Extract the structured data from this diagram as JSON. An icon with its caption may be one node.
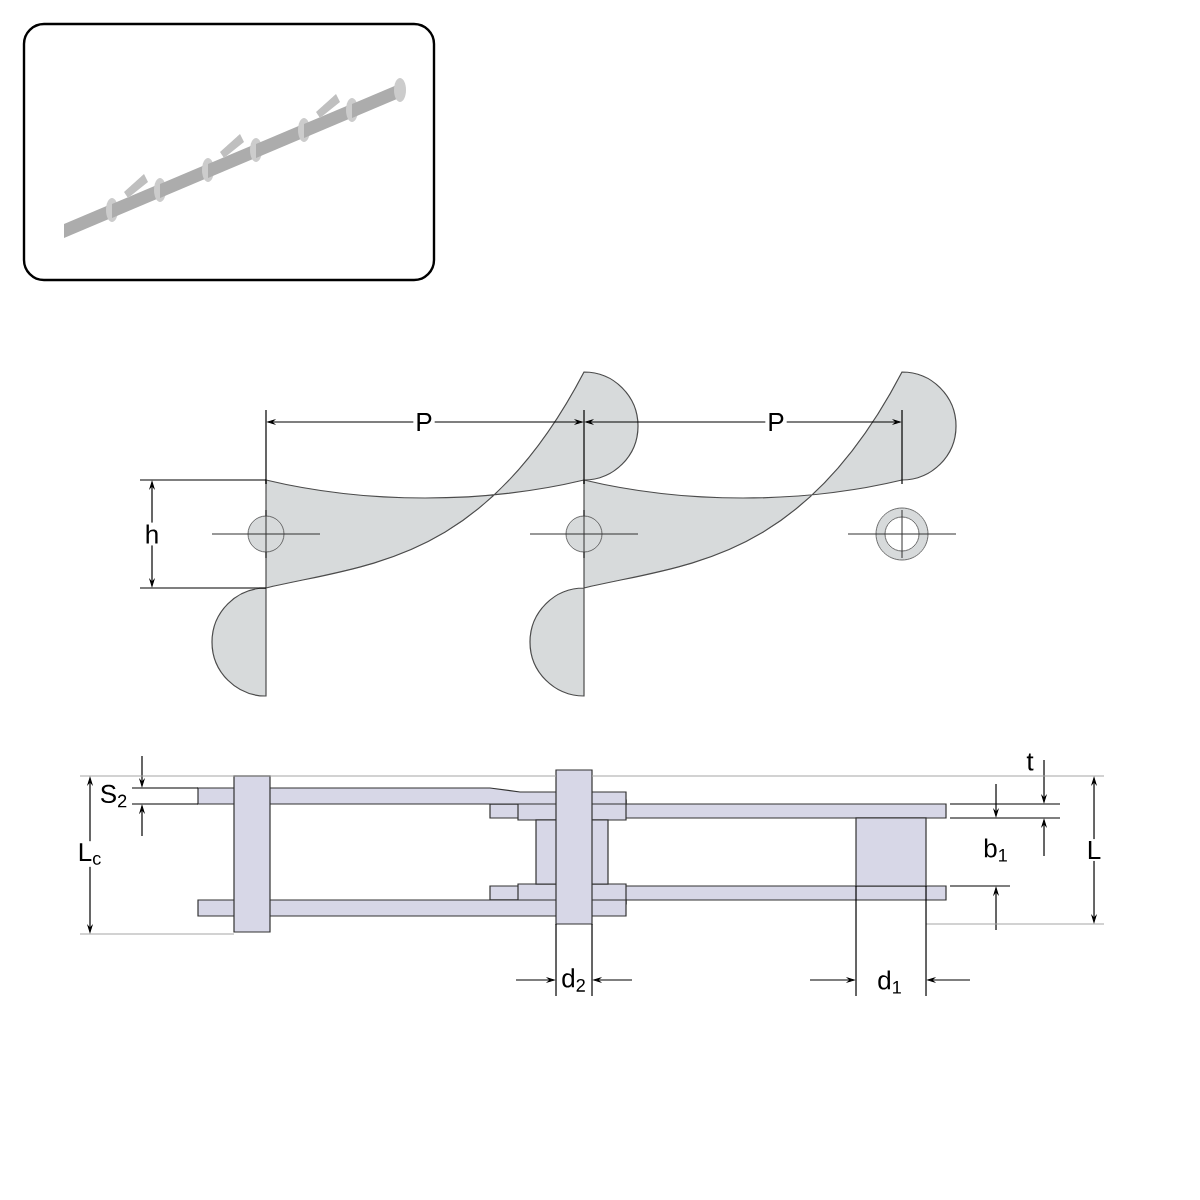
{
  "diagram": {
    "labels": [
      "P",
      "P",
      "h",
      "t",
      "S$_{2}$",
      "L$_{c}$",
      "b$_{1}$",
      "L",
      "d$_{2}$",
      "d$_{1}$"
    ]
  }
}
